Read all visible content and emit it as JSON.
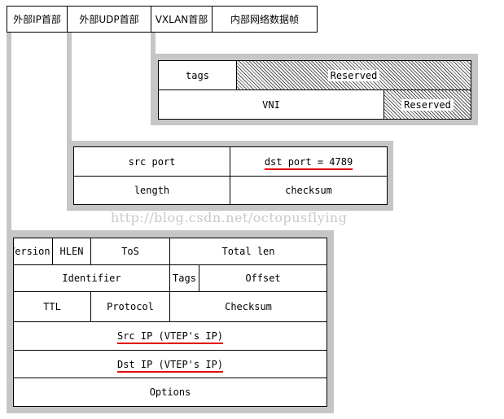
{
  "header": {
    "outer_ip": "外部IP首部",
    "outer_udp": "外部UDP首部",
    "vxlan": "VXLAN首部",
    "inner_frame": "内部网络数据帧"
  },
  "vxlan_header": {
    "tags": "tags",
    "reserved_top": "Reserved",
    "vni": "VNI",
    "reserved_bottom": "Reserved"
  },
  "udp_header": {
    "src_port": "src port",
    "dst_port": "dst port = 4789",
    "length": "length",
    "checksum": "checksum"
  },
  "watermark": "http://blog.csdn.net/octopusflying",
  "ip_header": {
    "version": "Version",
    "hlen": "HLEN",
    "tos": "ToS",
    "total_len": "Total len",
    "identifier": "Identifier",
    "tags": "Tags",
    "offset": "Offset",
    "ttl": "TTL",
    "protocol": "Protocol",
    "checksum": "Checksum",
    "src_ip": "Src IP (VTEP's IP)",
    "dst_ip": "Dst IP (VTEP's IP)",
    "options": "Options"
  },
  "colors": {
    "panel": "#c6c6c6",
    "highlight_underline": "#e00000",
    "watermark": "#c9c9c9"
  }
}
